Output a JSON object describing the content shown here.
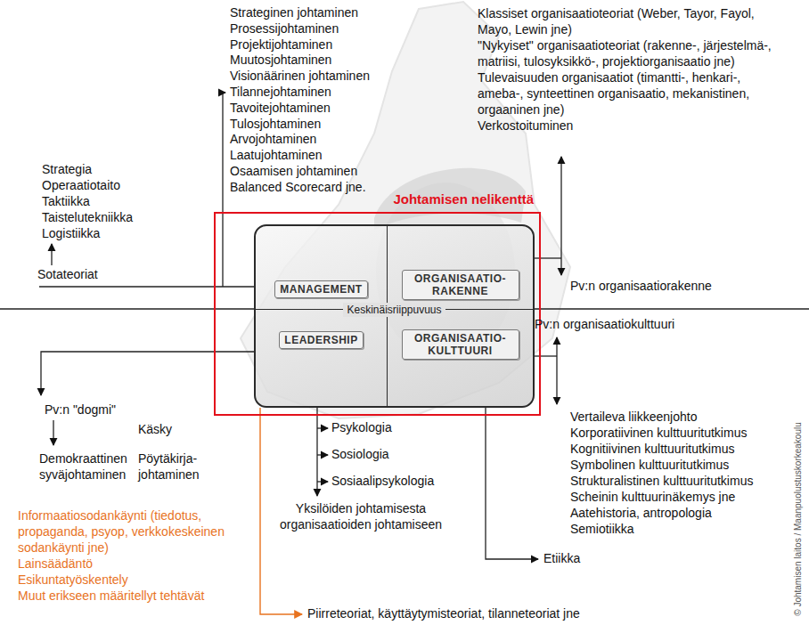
{
  "diagram": {
    "nodes": [
      {
        "text": [
          "Johtamisen nelikenttä"
        ]
      },
      {
        "text": [
          "Keskinäisriippuvuus"
        ],
        "in": 0
      },
      {
        "text": [
          "MANAGEMENT"
        ],
        "in": 1
      },
      {
        "text": [
          "ORGANISAATIO- RAKENNE"
        ],
        "in": 1
      },
      {
        "text": [
          "LEADERSHIP"
        ],
        "in": 1
      },
      {
        "text": [
          "ORGANISAATIO- KULTTUURI"
        ],
        "in": 1
      }
    ],
    "labels": [
      "Strateginen johtaminen",
      "Prosessijohtaminen",
      "Projektijohtaminen",
      "Muutosjohtaminen",
      "Visionäärinen johtaminen",
      "Tilannejohtaminen",
      "Tavoitejohtaminen",
      "Tulosjohtaminen",
      "Arvojohtaminen",
      "Laatujohtaminen",
      "Osaamisen johtaminen",
      "Balanced Scorecard jne.",
      "Klassiset organisaatioteoriat (Weber, Tayor, Fayol, Mayo, Lewin jne)",
      "\"Nykyiset\" organisaatioteoriat (rakenne-, järjestelmä-, matriisi, tulosyksikkö-, projektiorganisaatio jne)",
      "Tulevaisuuden organisaatiot (timantti-, henkari-, ameba-, synteettinen organisaatio, mekanistinen, orgaaninen jne)",
      "Verkostoituminen",
      "Strategia",
      "Operaatiotaito",
      "Taktiikka",
      "Taistelutekniikka",
      "Logistiikka",
      "Sotateoriat",
      "Pv:n organisaatiorakenne",
      "Pv:n organisaatiokulttuuri",
      "Pv:n \"dogmi\"",
      "Käsky",
      "Psykologia",
      "Demokraattinen syväjohtaminen",
      "Pöytäkirja- johtaminen",
      "Sosiologia",
      "Sosiaalipsykologia",
      "Yksilöiden johtamisesta organisaatioiden johtamiseen",
      "Vertaileva liikkeenjohto",
      "Korporatiivinen kulttuuritutkimus",
      "Kognitiivinen kulttuuritutkimus",
      "Symbolinen kulttuuritutkimus",
      "Strukturalistinen kulttuuritutkimus",
      "Scheinin kulttuurinäkemys jne",
      "Aatehistoria, antropologia",
      "Semiotiikka",
      "Etiikka",
      "Informaatiosodankäynti (tiedotus, propaganda, psyop, verkkokeskeinen sodankäynti jne)",
      "Lainsäädäntö",
      "Esikuntatyöskentely",
      "Muut erikseen määritellyt tehtävät",
      "Piirreteoriat, käyttäytymisteoriat, tilanneteoriat jne",
      "© Johtamisen laitos / Maanpuolustuskorkeakoulu"
    ]
  }
}
